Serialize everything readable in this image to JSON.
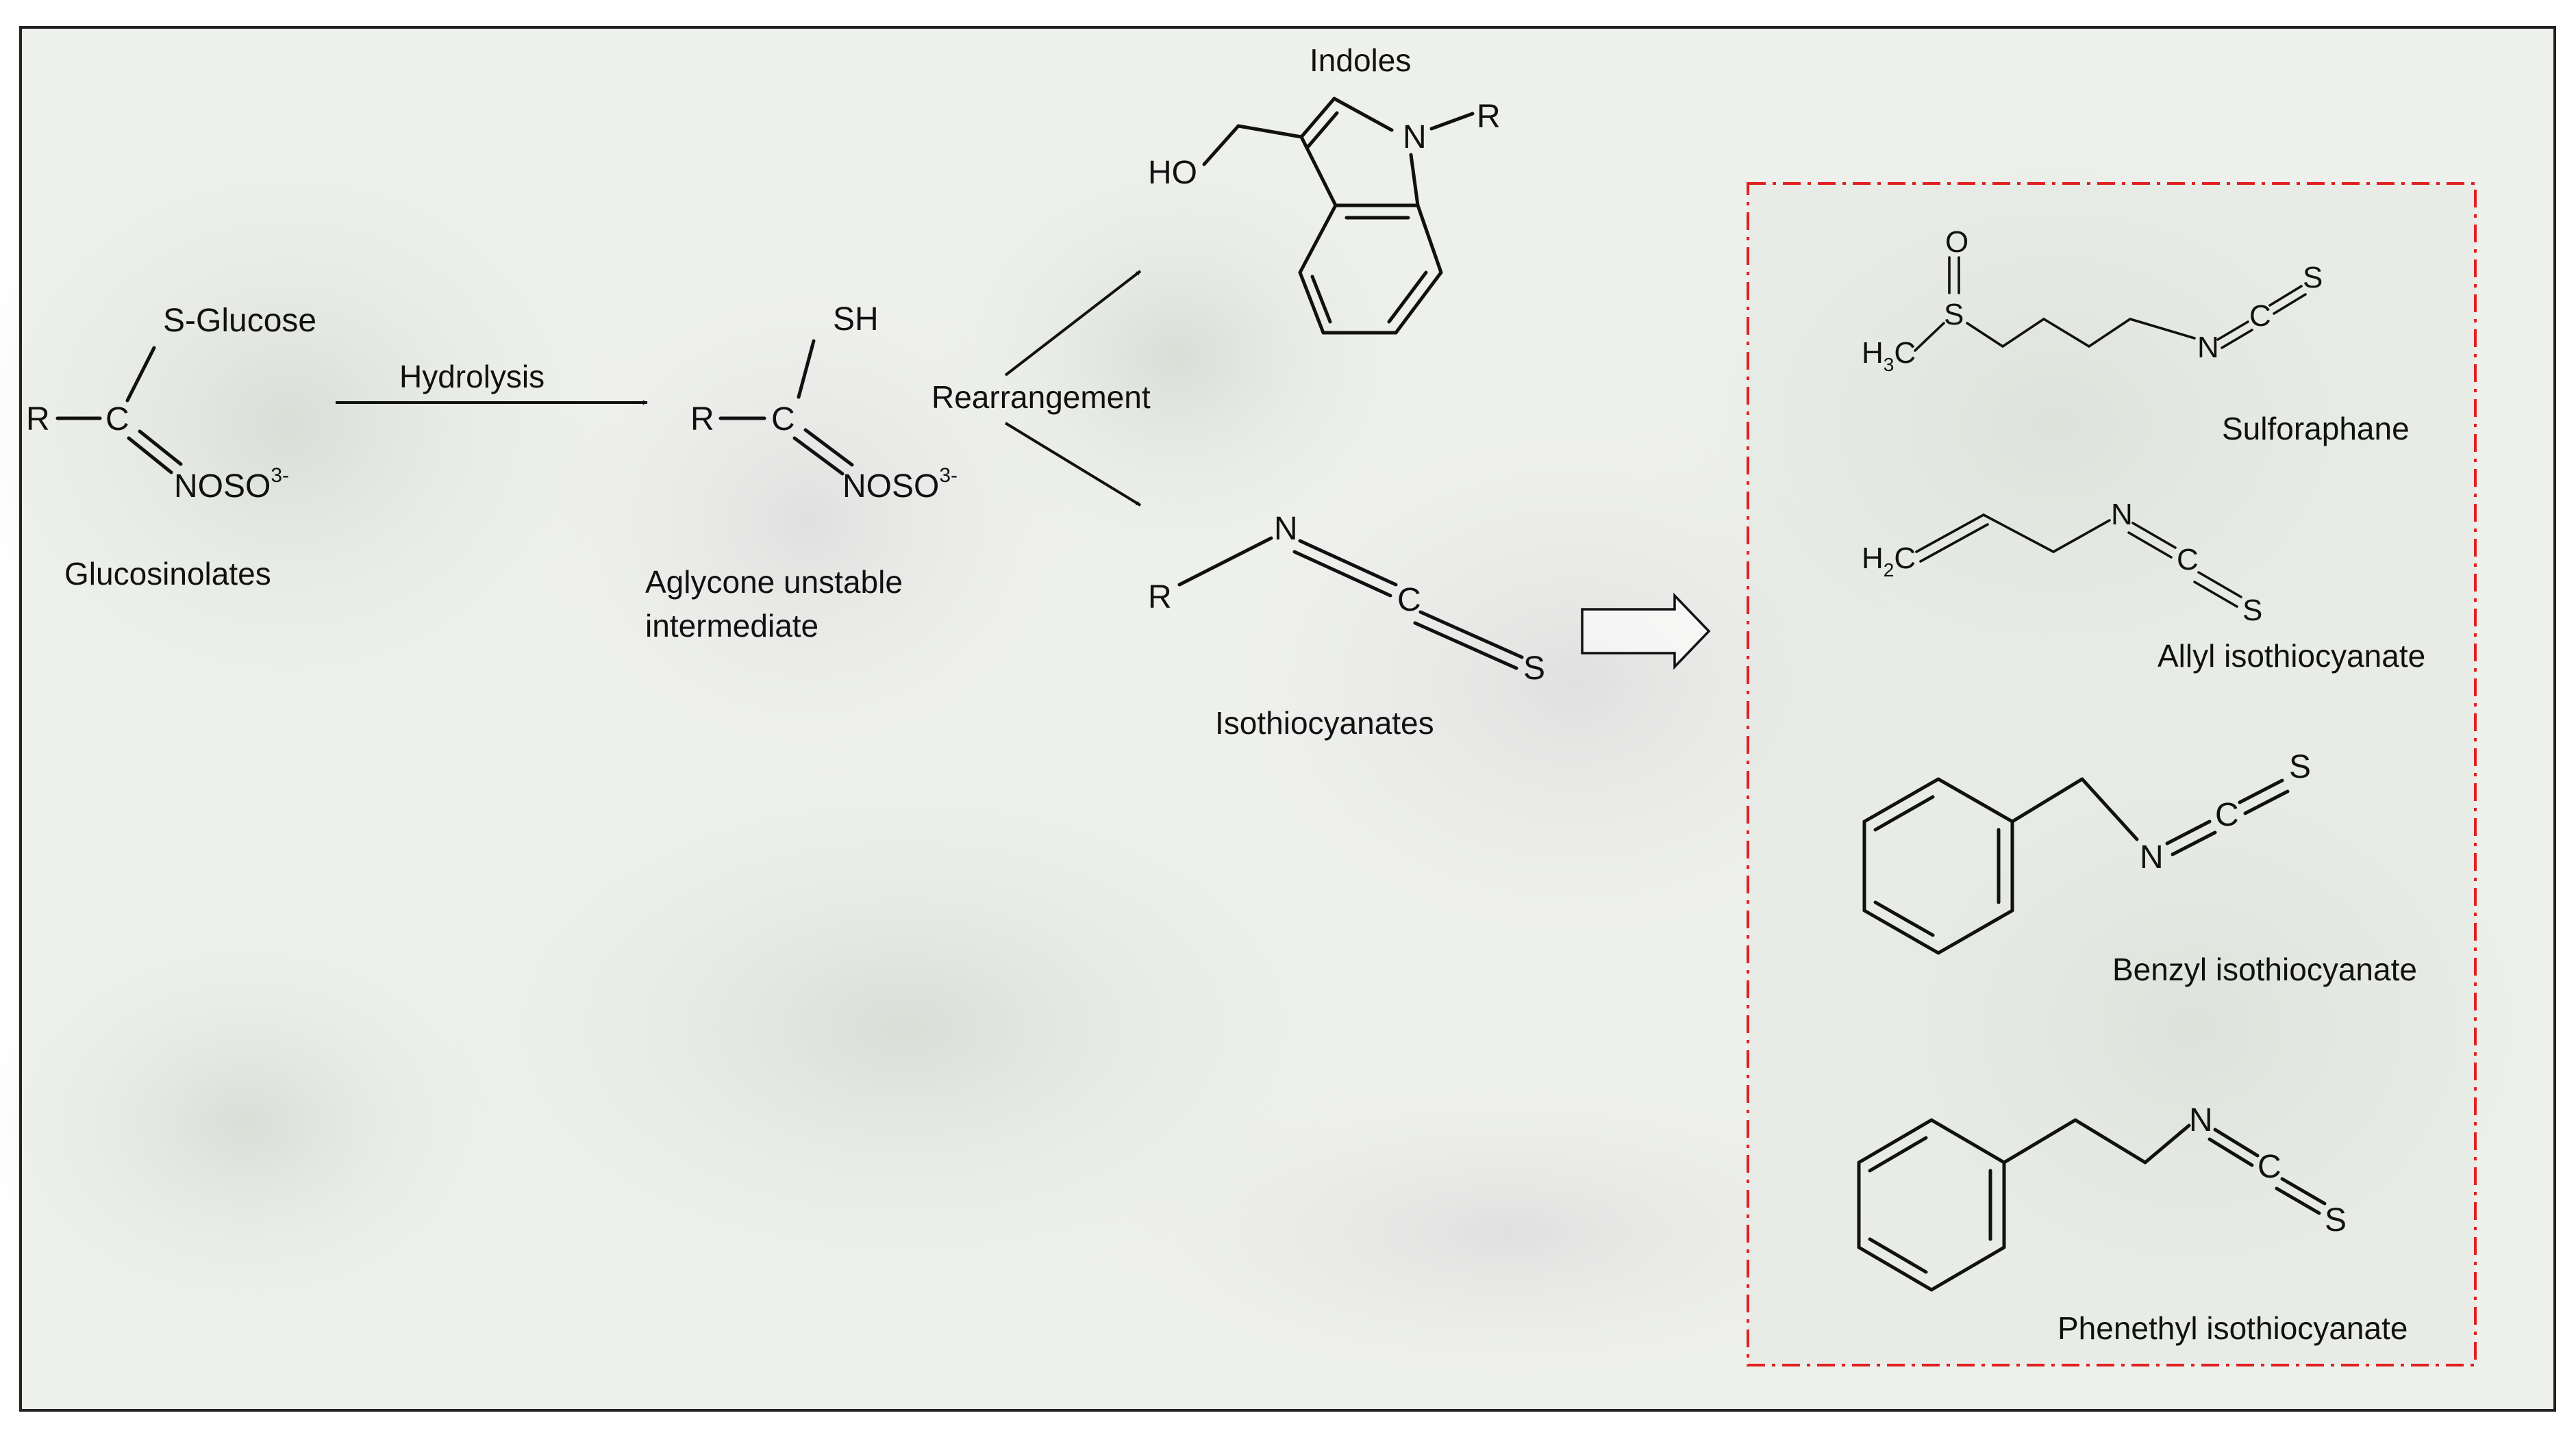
{
  "reaction": {
    "glucosinolates": {
      "label": "Glucosinolates",
      "s_glucose": "S-Glucose",
      "r": "R",
      "c": "C",
      "nosoa": "NOSO",
      "charge": "3-"
    },
    "hydrolysis_label": "Hydrolysis",
    "aglycone": {
      "label_line1": "Aglycone unstable",
      "label_line2": "intermediate",
      "sh": "SH",
      "r": "R",
      "c": "C",
      "noso": "NOSO",
      "charge": "3-"
    },
    "rearrangement_label": "Rearrangement",
    "indoles": {
      "label": "Indoles",
      "ho": "HO",
      "n": "N",
      "r": "R"
    },
    "isothiocyanates": {
      "label": "Isothiocyanates",
      "r": "R",
      "n": "N",
      "c": "C",
      "s": "S"
    }
  },
  "examples": {
    "frame_color": "#e02020",
    "sulforaphane": {
      "label": "Sulforaphane",
      "o": "O",
      "s1": "S",
      "h3c_h": "H",
      "h3c_3": "3",
      "h3c_c": "C",
      "n": "N",
      "c": "C",
      "s2": "S"
    },
    "allyl": {
      "label": "Allyl isothiocyanate",
      "h2c_h": "H",
      "h2c_2": "2",
      "h2c_c": "C",
      "n": "N",
      "c": "C",
      "s": "S"
    },
    "benzyl": {
      "label": "Benzyl isothiocyanate",
      "n": "N",
      "c": "C",
      "s": "S"
    },
    "phenethyl": {
      "label": "Phenethyl isothiocyanate",
      "n": "N",
      "c": "C",
      "s": "S"
    }
  }
}
